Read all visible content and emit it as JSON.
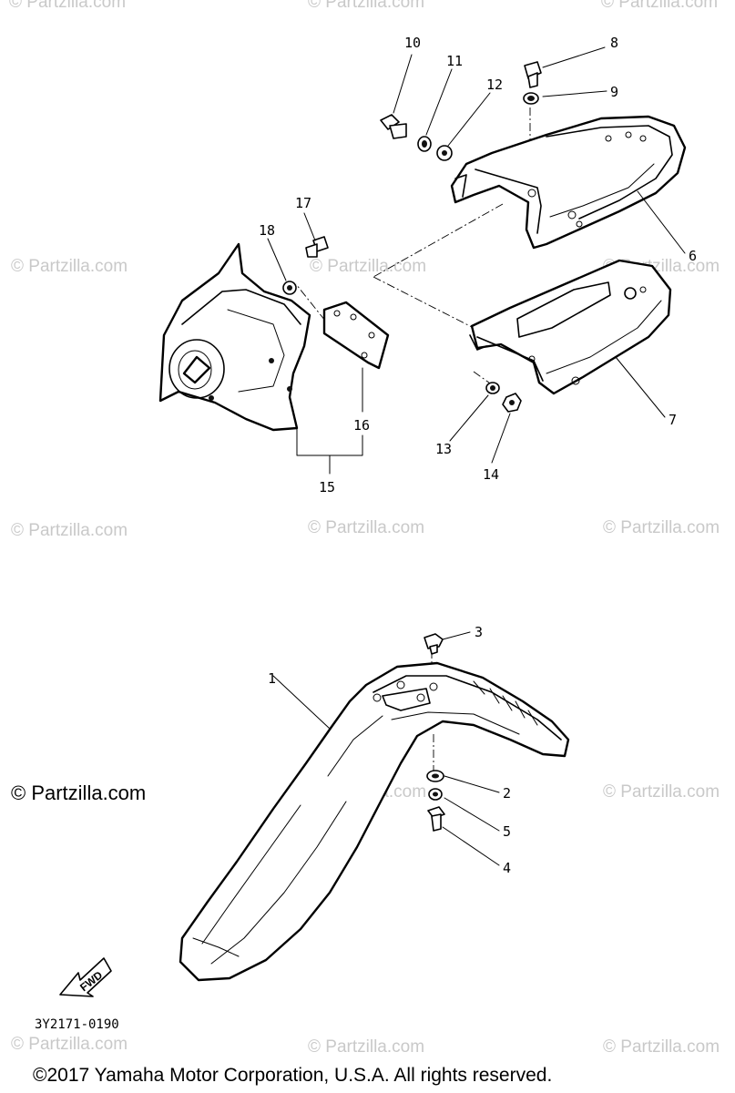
{
  "watermark": {
    "text": "© Partzilla.com",
    "prominent_text": "© Partzilla.com"
  },
  "callouts": [
    "1",
    "2",
    "3",
    "4",
    "5",
    "6",
    "7",
    "8",
    "9",
    "10",
    "11",
    "12",
    "13",
    "14",
    "15",
    "16",
    "17",
    "18"
  ],
  "fwd_label": "FWD",
  "diagram_code": "3Y2171-0190",
  "copyright": "©2017 Yamaha Motor Corporation, U.S.A. All rights reserved.",
  "colors": {
    "ink": "#000000",
    "watermark": "#c9c9c9",
    "background": "#ffffff"
  }
}
